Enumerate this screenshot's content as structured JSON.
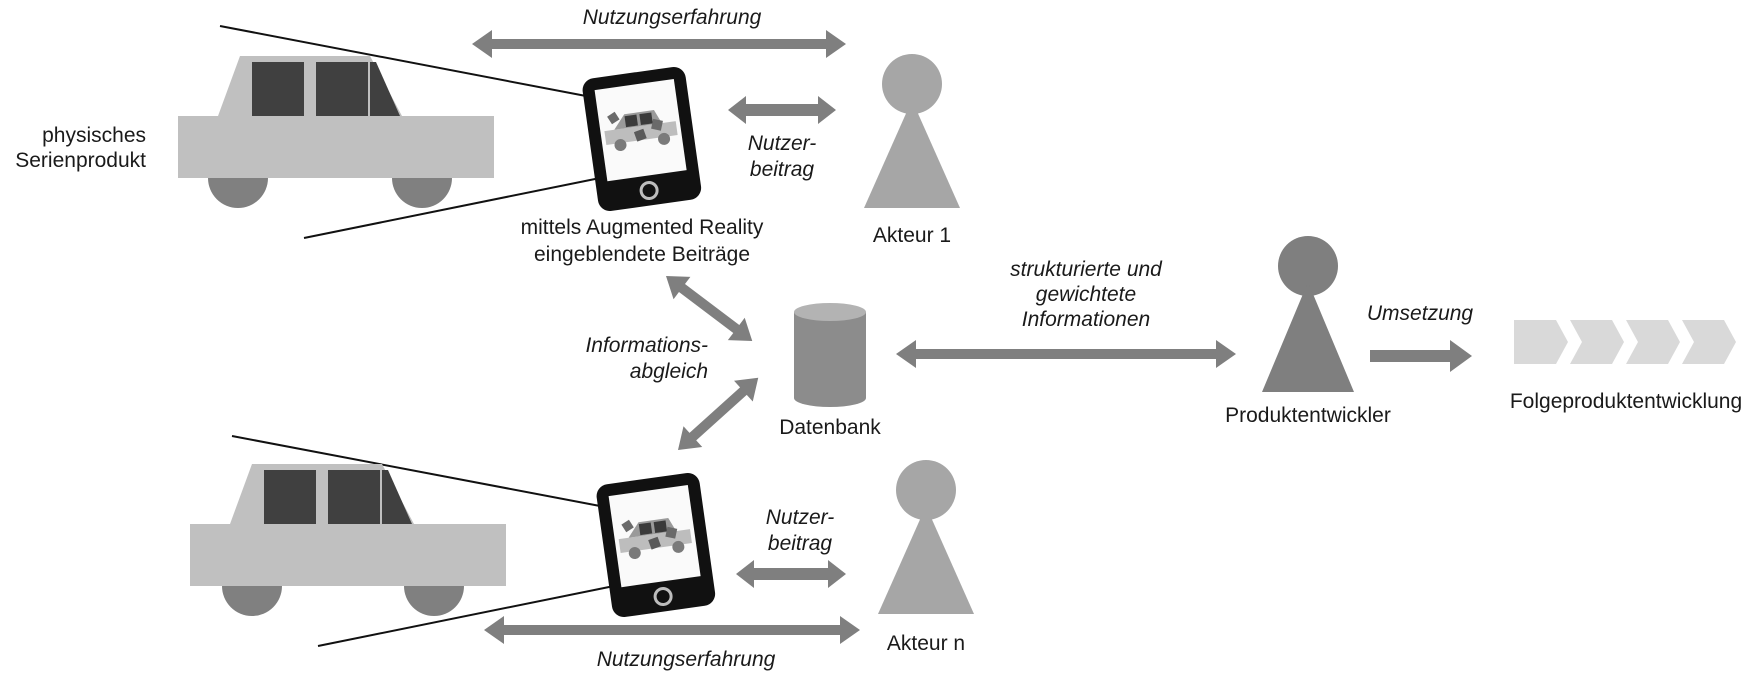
{
  "labels": {
    "physical_line1": "physisches",
    "physical_line2": "Serienprodukt",
    "usage_top": "Nutzungserfahrung",
    "usage_bottom": "Nutzungserfahrung",
    "contribution_top_1": "Nutzer-",
    "contribution_top_2": "beitrag",
    "contribution_bottom_1": "Nutzer-",
    "contribution_bottom_2": "beitrag",
    "ar_line1": "mittels Augmented Reality",
    "ar_line2": "eingeblendete Beiträge",
    "actor_1": "Akteur 1",
    "actor_n": "Akteur n",
    "info_sync_1": "Informations-",
    "info_sync_2": "abgleich",
    "database": "Datenbank",
    "structured_1": "strukturierte und",
    "structured_2": "gewichtete",
    "structured_3": "Informationen",
    "developer": "Produktentwickler",
    "implementation": "Umsetzung",
    "followup": "Folgeproduktentwicklung"
  },
  "colors": {
    "arrow": "#7f7f7f",
    "car_body": "#c0c0c0",
    "car_window": "#404040",
    "wheel": "#808080",
    "actor_light": "#a6a6a6",
    "developer_dark": "#7f7f7f",
    "database": "#8c8c8c",
    "database_top": "#b3b3b3",
    "chevron": "#d9d9d9",
    "phone": "#111111"
  }
}
